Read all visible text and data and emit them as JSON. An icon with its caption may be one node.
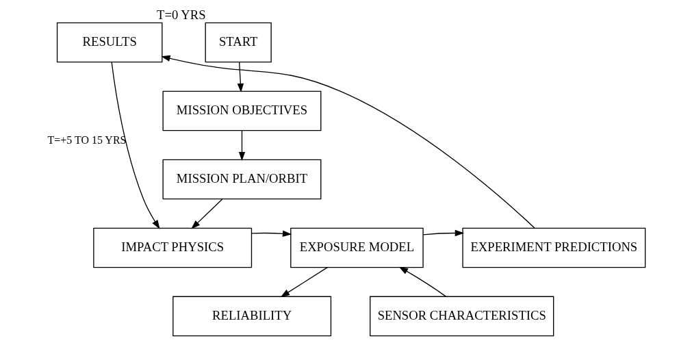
{
  "diagram": {
    "nodes": [
      {
        "text": [
          "START"
        ],
        "beside": [
          "T=0 YRS"
        ]
      },
      {
        "text": [
          "RESULTS"
        ]
      },
      {
        "text": [
          "MISSION OBJECTIVES"
        ]
      },
      {
        "text": [
          "MISSION PLAN/ORBIT"
        ]
      },
      {
        "text": [
          "EXPERIMENT PREDICTIONS"
        ]
      },
      {
        "text": [
          "EXPOSURE MODEL"
        ]
      },
      {
        "text": [
          "IMPACT PHYSICS"
        ]
      },
      {
        "text": [
          "RELIABILITY"
        ]
      },
      {
        "text": [
          "SENSOR CHARACTERISTICS"
        ]
      }
    ],
    "edges": [
      {
        "from": 0,
        "to": 2,
        "arrow": "to"
      },
      {
        "from": 2,
        "to": 3,
        "arrow": "to"
      },
      {
        "from": 3,
        "to": 6,
        "arrow": "to"
      },
      {
        "from": 1,
        "to": 6,
        "arrow": "to",
        "label": "T=+5 TO 15 YRS"
      },
      {
        "from": 6,
        "to": 5,
        "arrow": "to"
      },
      {
        "from": 8,
        "to": 5,
        "arrow": "to"
      },
      {
        "from": 5,
        "to": 4,
        "arrow": "to"
      },
      {
        "from": 5,
        "to": 7,
        "arrow": "to"
      },
      {
        "from": 4,
        "to": 1,
        "arrow": "to"
      }
    ]
  }
}
